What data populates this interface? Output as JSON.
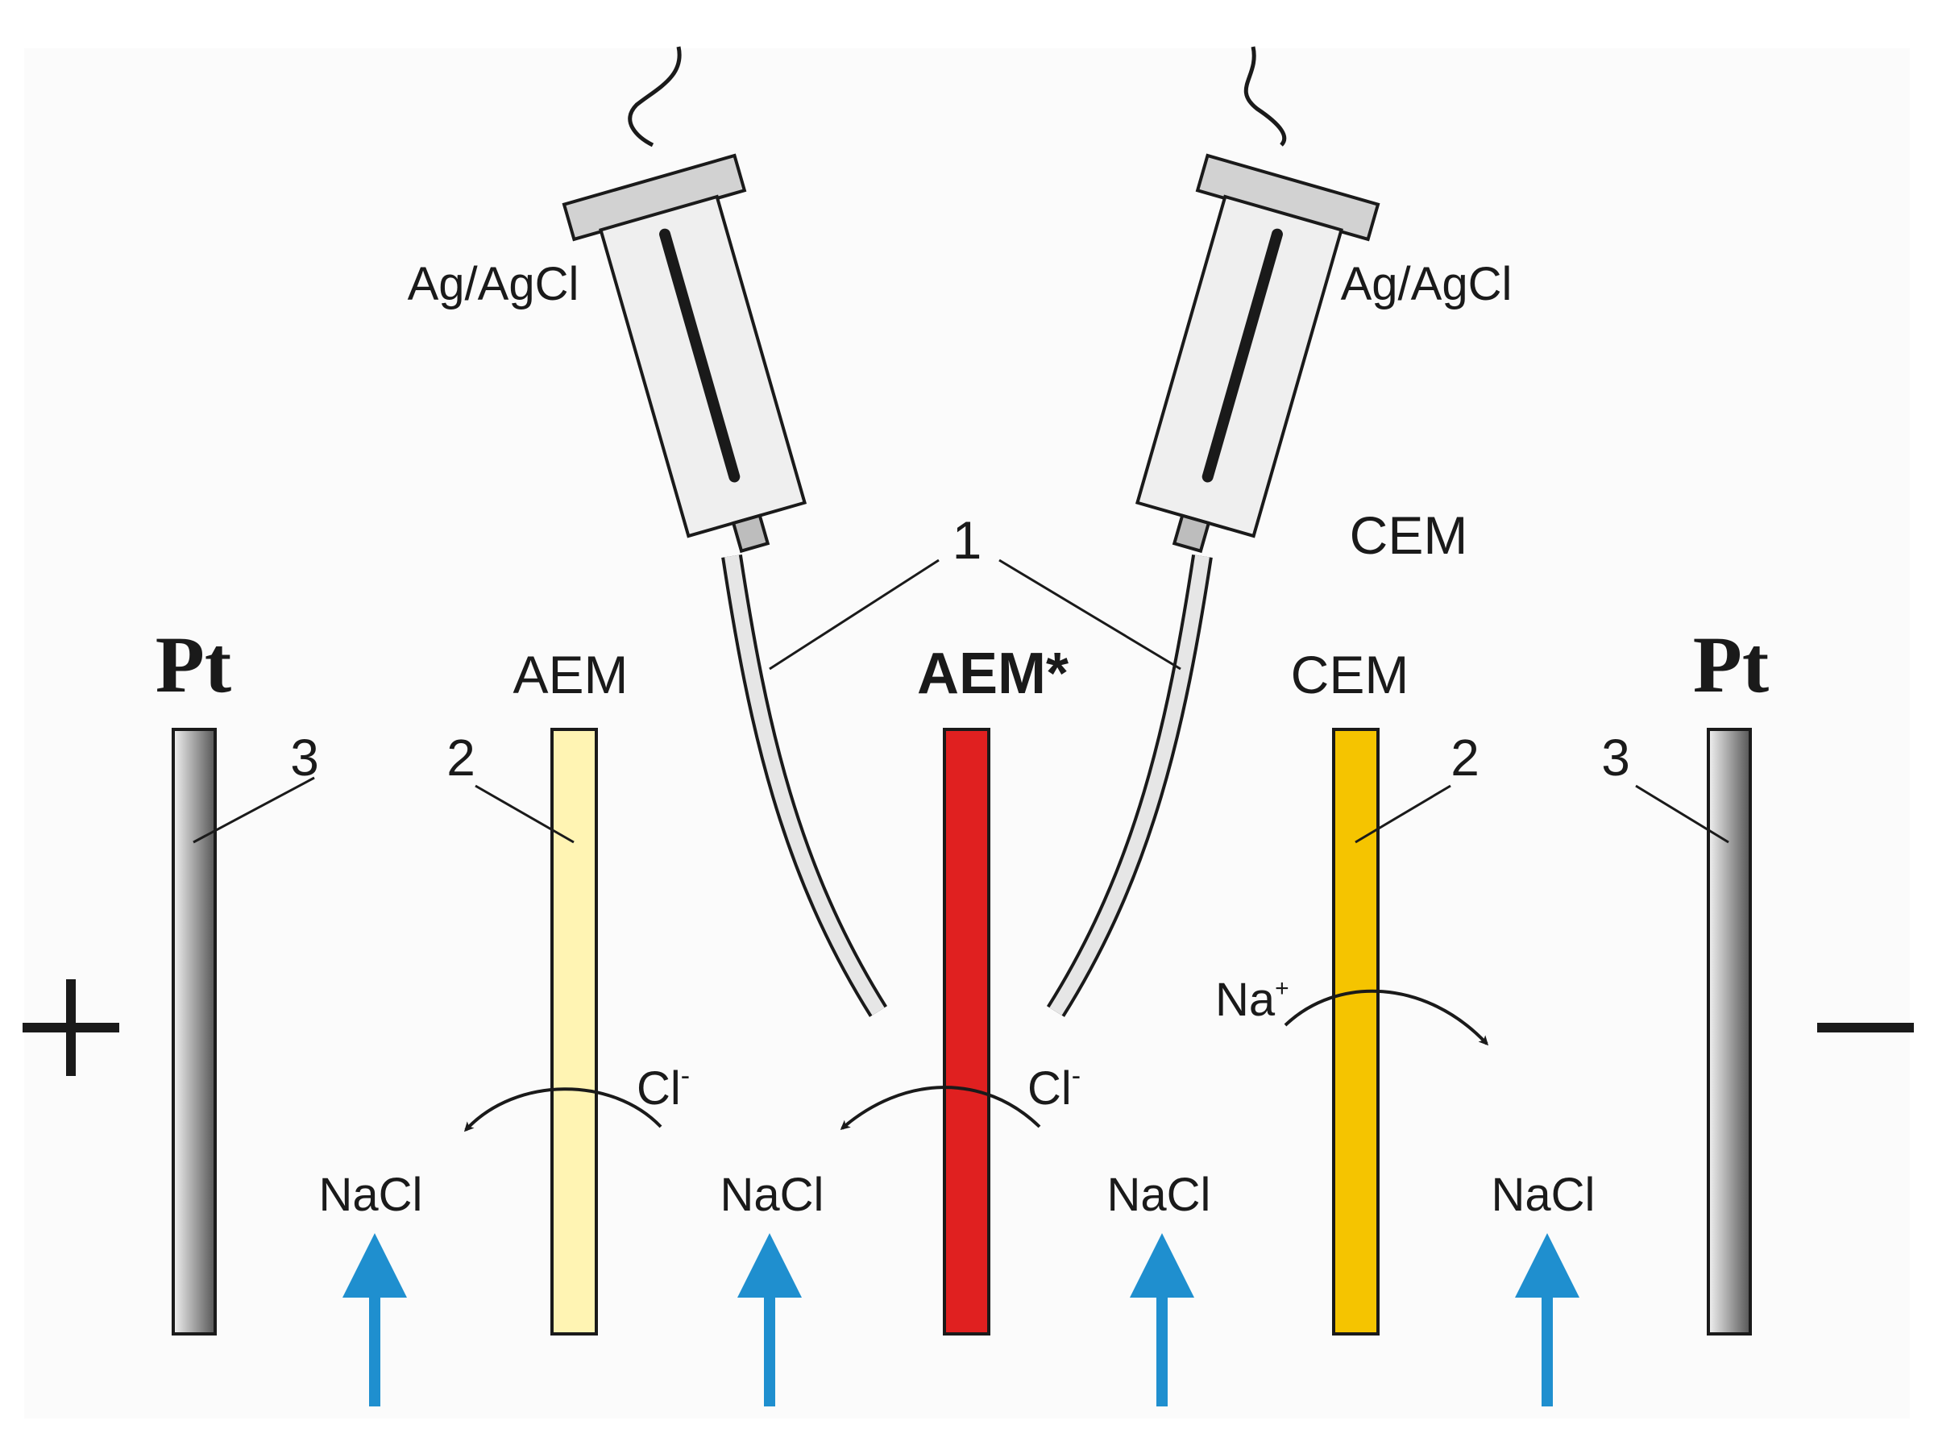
{
  "electrodes": {
    "left_label": "Pt",
    "right_label": "Pt",
    "positive_sign": "+",
    "negative_sign": "−"
  },
  "reference": {
    "left_label": "Ag/AgCl",
    "right_label": "Ag/AgCl",
    "capillary_number": "1"
  },
  "membranes": {
    "aem_left": "AEM",
    "aem_test": "AEM*",
    "cem_bottom": "CEM",
    "cem_top": "CEM",
    "aux_number": "2",
    "electrode_number": "3"
  },
  "ions": {
    "chloride": "Cl",
    "chloride_charge": "-",
    "sodium": "Na",
    "sodium_charge": "+"
  },
  "solution": "NaCl",
  "colors": {
    "aem": "#fff4b3",
    "aem_test": "#e02020",
    "cem": "#f5c400",
    "flow_arrow": "#1f8fcf",
    "electrode_dark": "#555555",
    "electrode_light": "#f2f2f2"
  }
}
